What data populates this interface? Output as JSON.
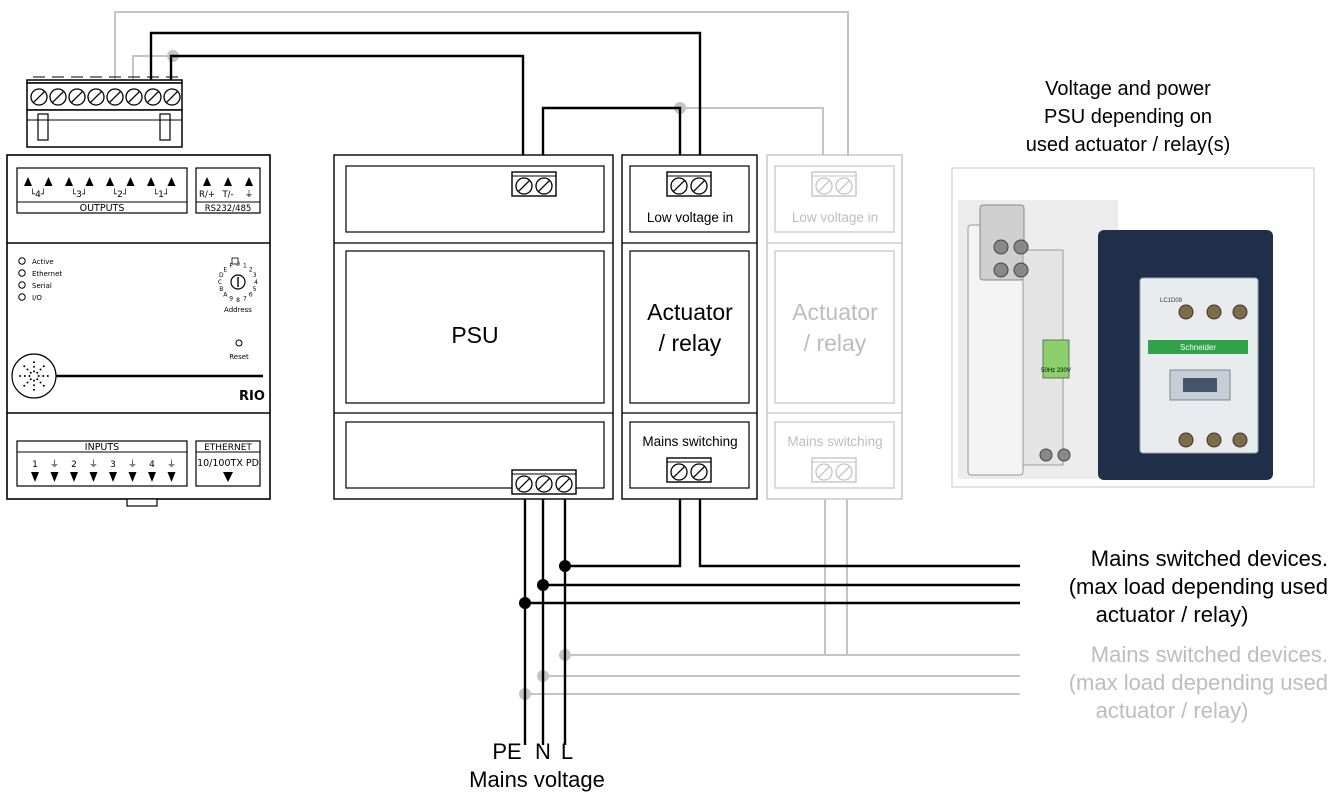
{
  "colors": {
    "primary": "#000000",
    "faded": "#c4c4c4",
    "dim_text": "#bdbdbd"
  },
  "rio": {
    "outputs_label": "OUTPUTS",
    "output_groups": [
      "4",
      "3",
      "2",
      "1"
    ],
    "serial_label": "RS232/485",
    "serial_pins": [
      "R/+",
      "T/-",
      "⏚"
    ],
    "leds": [
      "Active",
      "Ethernet",
      "Serial",
      "I/O"
    ],
    "dial_digits": [
      "0",
      "1",
      "2",
      "3",
      "4",
      "5",
      "6",
      "7",
      "8",
      "9",
      "A",
      "B",
      "C",
      "D",
      "E",
      "F"
    ],
    "address_label": "Address",
    "reset_label": "Reset",
    "brand": "RIO",
    "inputs_label": "INPUTS",
    "input_pins": [
      "1",
      "⏚",
      "2",
      "⏚",
      "3",
      "⏚",
      "4",
      "⏚"
    ],
    "ethernet_label": "ETHERNET",
    "ethernet_sub": "10/100TX PD"
  },
  "psu": {
    "label": "PSU"
  },
  "actuator": {
    "low_voltage": "Low voltage in",
    "label_line1": "Actuator",
    "label_line2": "/ relay",
    "mains_switching": "Mains switching"
  },
  "actuator_faded": {
    "low_voltage": "Low voltage in",
    "label_line1": "Actuator",
    "label_line2": "/ relay",
    "mains_switching": "Mains switching"
  },
  "photo_caption": [
    "Voltage and power",
    "PSU depending on",
    "used actuator / relay(s)"
  ],
  "photo": {
    "relay_label": "50Hz 230V",
    "contactor_label": "LC1D09",
    "brand": "Schneider"
  },
  "mains_devices": [
    "Mains switched devices.",
    "(max load depending used",
    "actuator / relay)"
  ],
  "mains_devices_faded": [
    "Mains switched devices.",
    "(max load depending used",
    "actuator / relay)"
  ],
  "mains_terminals": [
    "PE",
    "N",
    "L"
  ],
  "mains_voltage": "Mains voltage"
}
